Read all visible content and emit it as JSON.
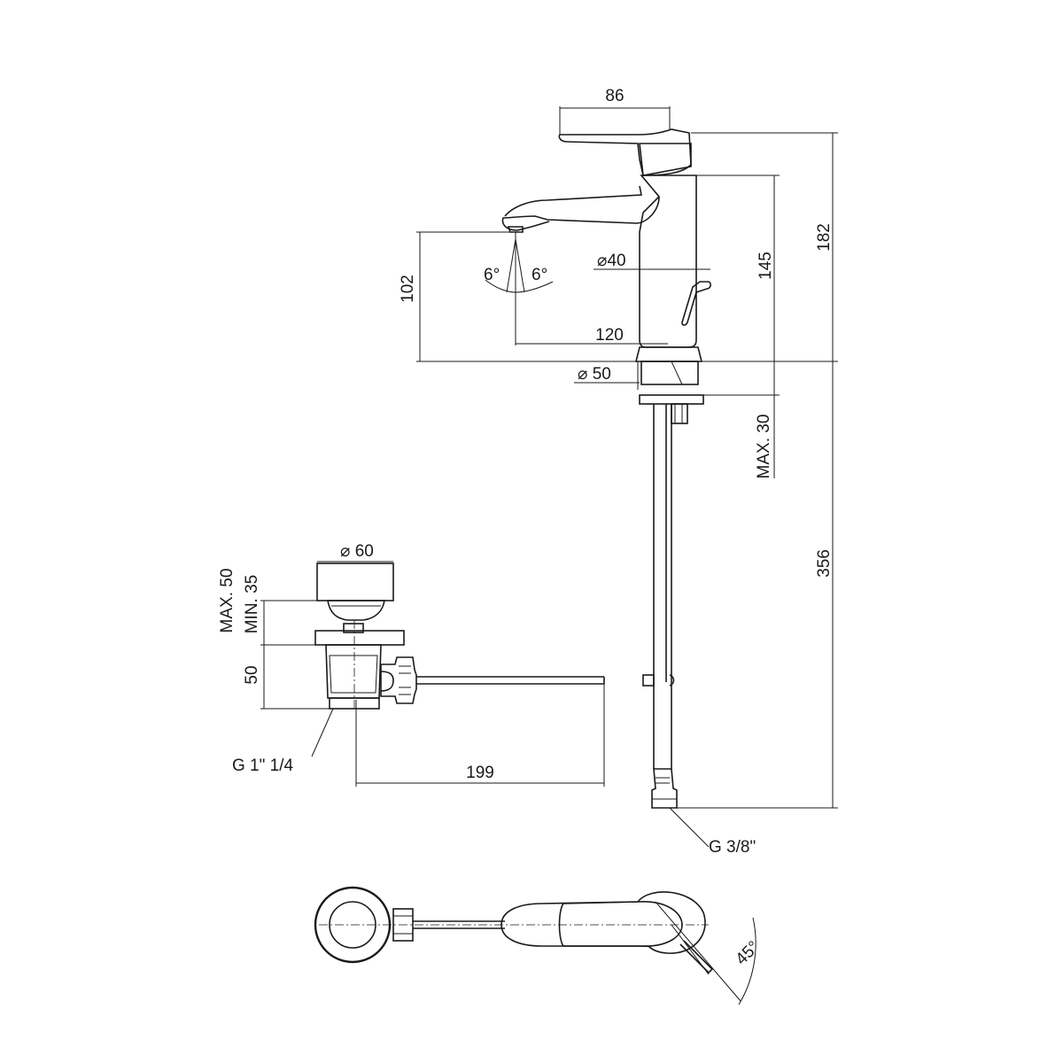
{
  "colors": {
    "line": "#1a1a1a",
    "background": "#ffffff"
  },
  "dimensions": {
    "handle_length": "86",
    "total_height": "182",
    "body_height": "145",
    "spout_height": "102",
    "spout_reach": "120",
    "body_diameter": "⌀40",
    "base_diameter": "⌀ 50",
    "tilt_left": "6°",
    "tilt_right": "6°",
    "max_thickness": "MAX. 30",
    "hose_length": "356",
    "hose_thread": "G 3/8\"",
    "waste_diameter": "⌀ 60",
    "waste_max": "MAX. 50",
    "waste_min": "MIN. 35",
    "waste_height": "50",
    "waste_thread": "G 1\" 1/4",
    "rod_length": "199",
    "lever_angle": "45°"
  }
}
